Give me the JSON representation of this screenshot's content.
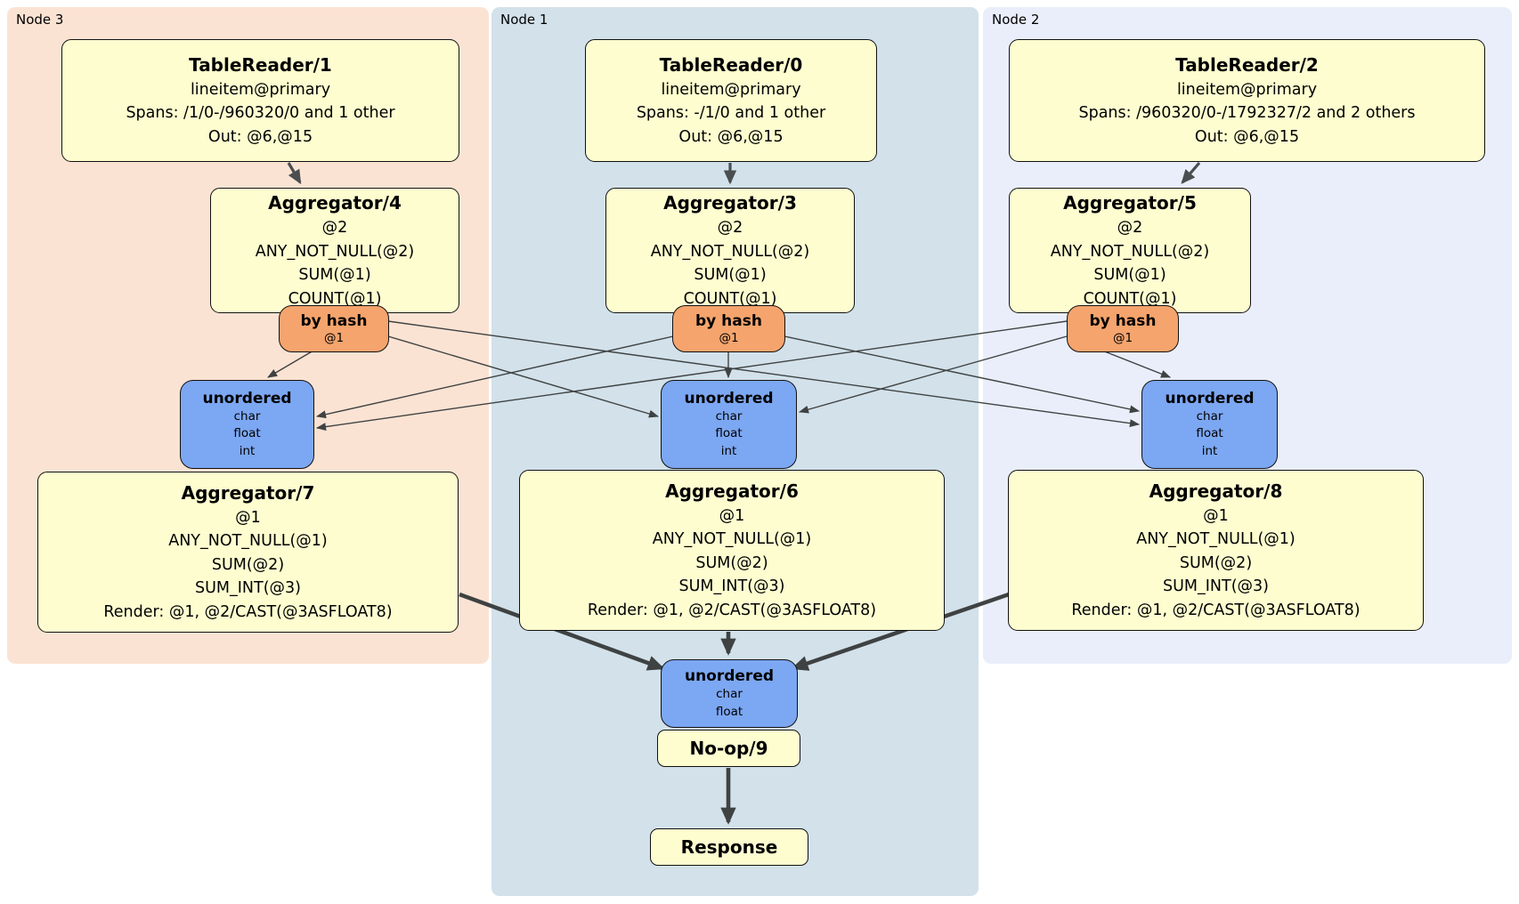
{
  "panels": [
    {
      "label": "Node 3",
      "table_reader": {
        "title": "TableReader/1",
        "lines": [
          "lineitem@primary",
          "Spans: /1/0-/960320/0 and 1 other",
          "Out: @6,@15"
        ]
      },
      "aggregator_pre": {
        "title": "Aggregator/4",
        "lines": [
          "@2",
          "ANY_NOT_NULL(@2)",
          "SUM(@1)",
          "COUNT(@1)"
        ]
      },
      "router": {
        "title": "by hash",
        "sub": "@1"
      },
      "sync": {
        "title": "unordered",
        "lines": [
          "char",
          "float",
          "int"
        ]
      },
      "aggregator_post": {
        "title": "Aggregator/7",
        "lines": [
          "@1",
          "ANY_NOT_NULL(@1)",
          "SUM(@2)",
          "SUM_INT(@3)",
          "Render: @1, @2/CAST(@3ASFLOAT8)"
        ]
      }
    },
    {
      "label": "Node 1",
      "table_reader": {
        "title": "TableReader/0",
        "lines": [
          "lineitem@primary",
          "Spans: -/1/0 and 1 other",
          "Out: @6,@15"
        ]
      },
      "aggregator_pre": {
        "title": "Aggregator/3",
        "lines": [
          "@2",
          "ANY_NOT_NULL(@2)",
          "SUM(@1)",
          "COUNT(@1)"
        ]
      },
      "router": {
        "title": "by hash",
        "sub": "@1"
      },
      "sync": {
        "title": "unordered",
        "lines": [
          "char",
          "float",
          "int"
        ]
      },
      "aggregator_post": {
        "title": "Aggregator/6",
        "lines": [
          "@1",
          "ANY_NOT_NULL(@1)",
          "SUM(@2)",
          "SUM_INT(@3)",
          "Render: @1, @2/CAST(@3ASFLOAT8)"
        ]
      }
    },
    {
      "label": "Node 2",
      "table_reader": {
        "title": "TableReader/2",
        "lines": [
          "lineitem@primary",
          "Spans: /960320/0-/1792327/2 and 2 others",
          "Out: @6,@15"
        ]
      },
      "aggregator_pre": {
        "title": "Aggregator/5",
        "lines": [
          "@2",
          "ANY_NOT_NULL(@2)",
          "SUM(@1)",
          "COUNT(@1)"
        ]
      },
      "router": {
        "title": "by hash",
        "sub": "@1"
      },
      "sync": {
        "title": "unordered",
        "lines": [
          "char",
          "float",
          "int"
        ]
      },
      "aggregator_post": {
        "title": "Aggregator/8",
        "lines": [
          "@1",
          "ANY_NOT_NULL(@1)",
          "SUM(@2)",
          "SUM_INT(@3)",
          "Render: @1, @2/CAST(@3ASFLOAT8)"
        ]
      }
    }
  ],
  "final": {
    "sync": {
      "title": "unordered",
      "lines": [
        "char",
        "float"
      ]
    },
    "noop": {
      "title": "No-op/9"
    },
    "response": {
      "title": "Response"
    }
  },
  "colors": {
    "panel_node3": "#fbe3d3",
    "panel_node1": "#d2e1ea",
    "panel_node2": "#e9eefa",
    "processor_fill": "#fdfdd0",
    "router_fill": "#f5a46d",
    "sync_fill": "#7ca7f2",
    "edge": "#3f4242"
  }
}
